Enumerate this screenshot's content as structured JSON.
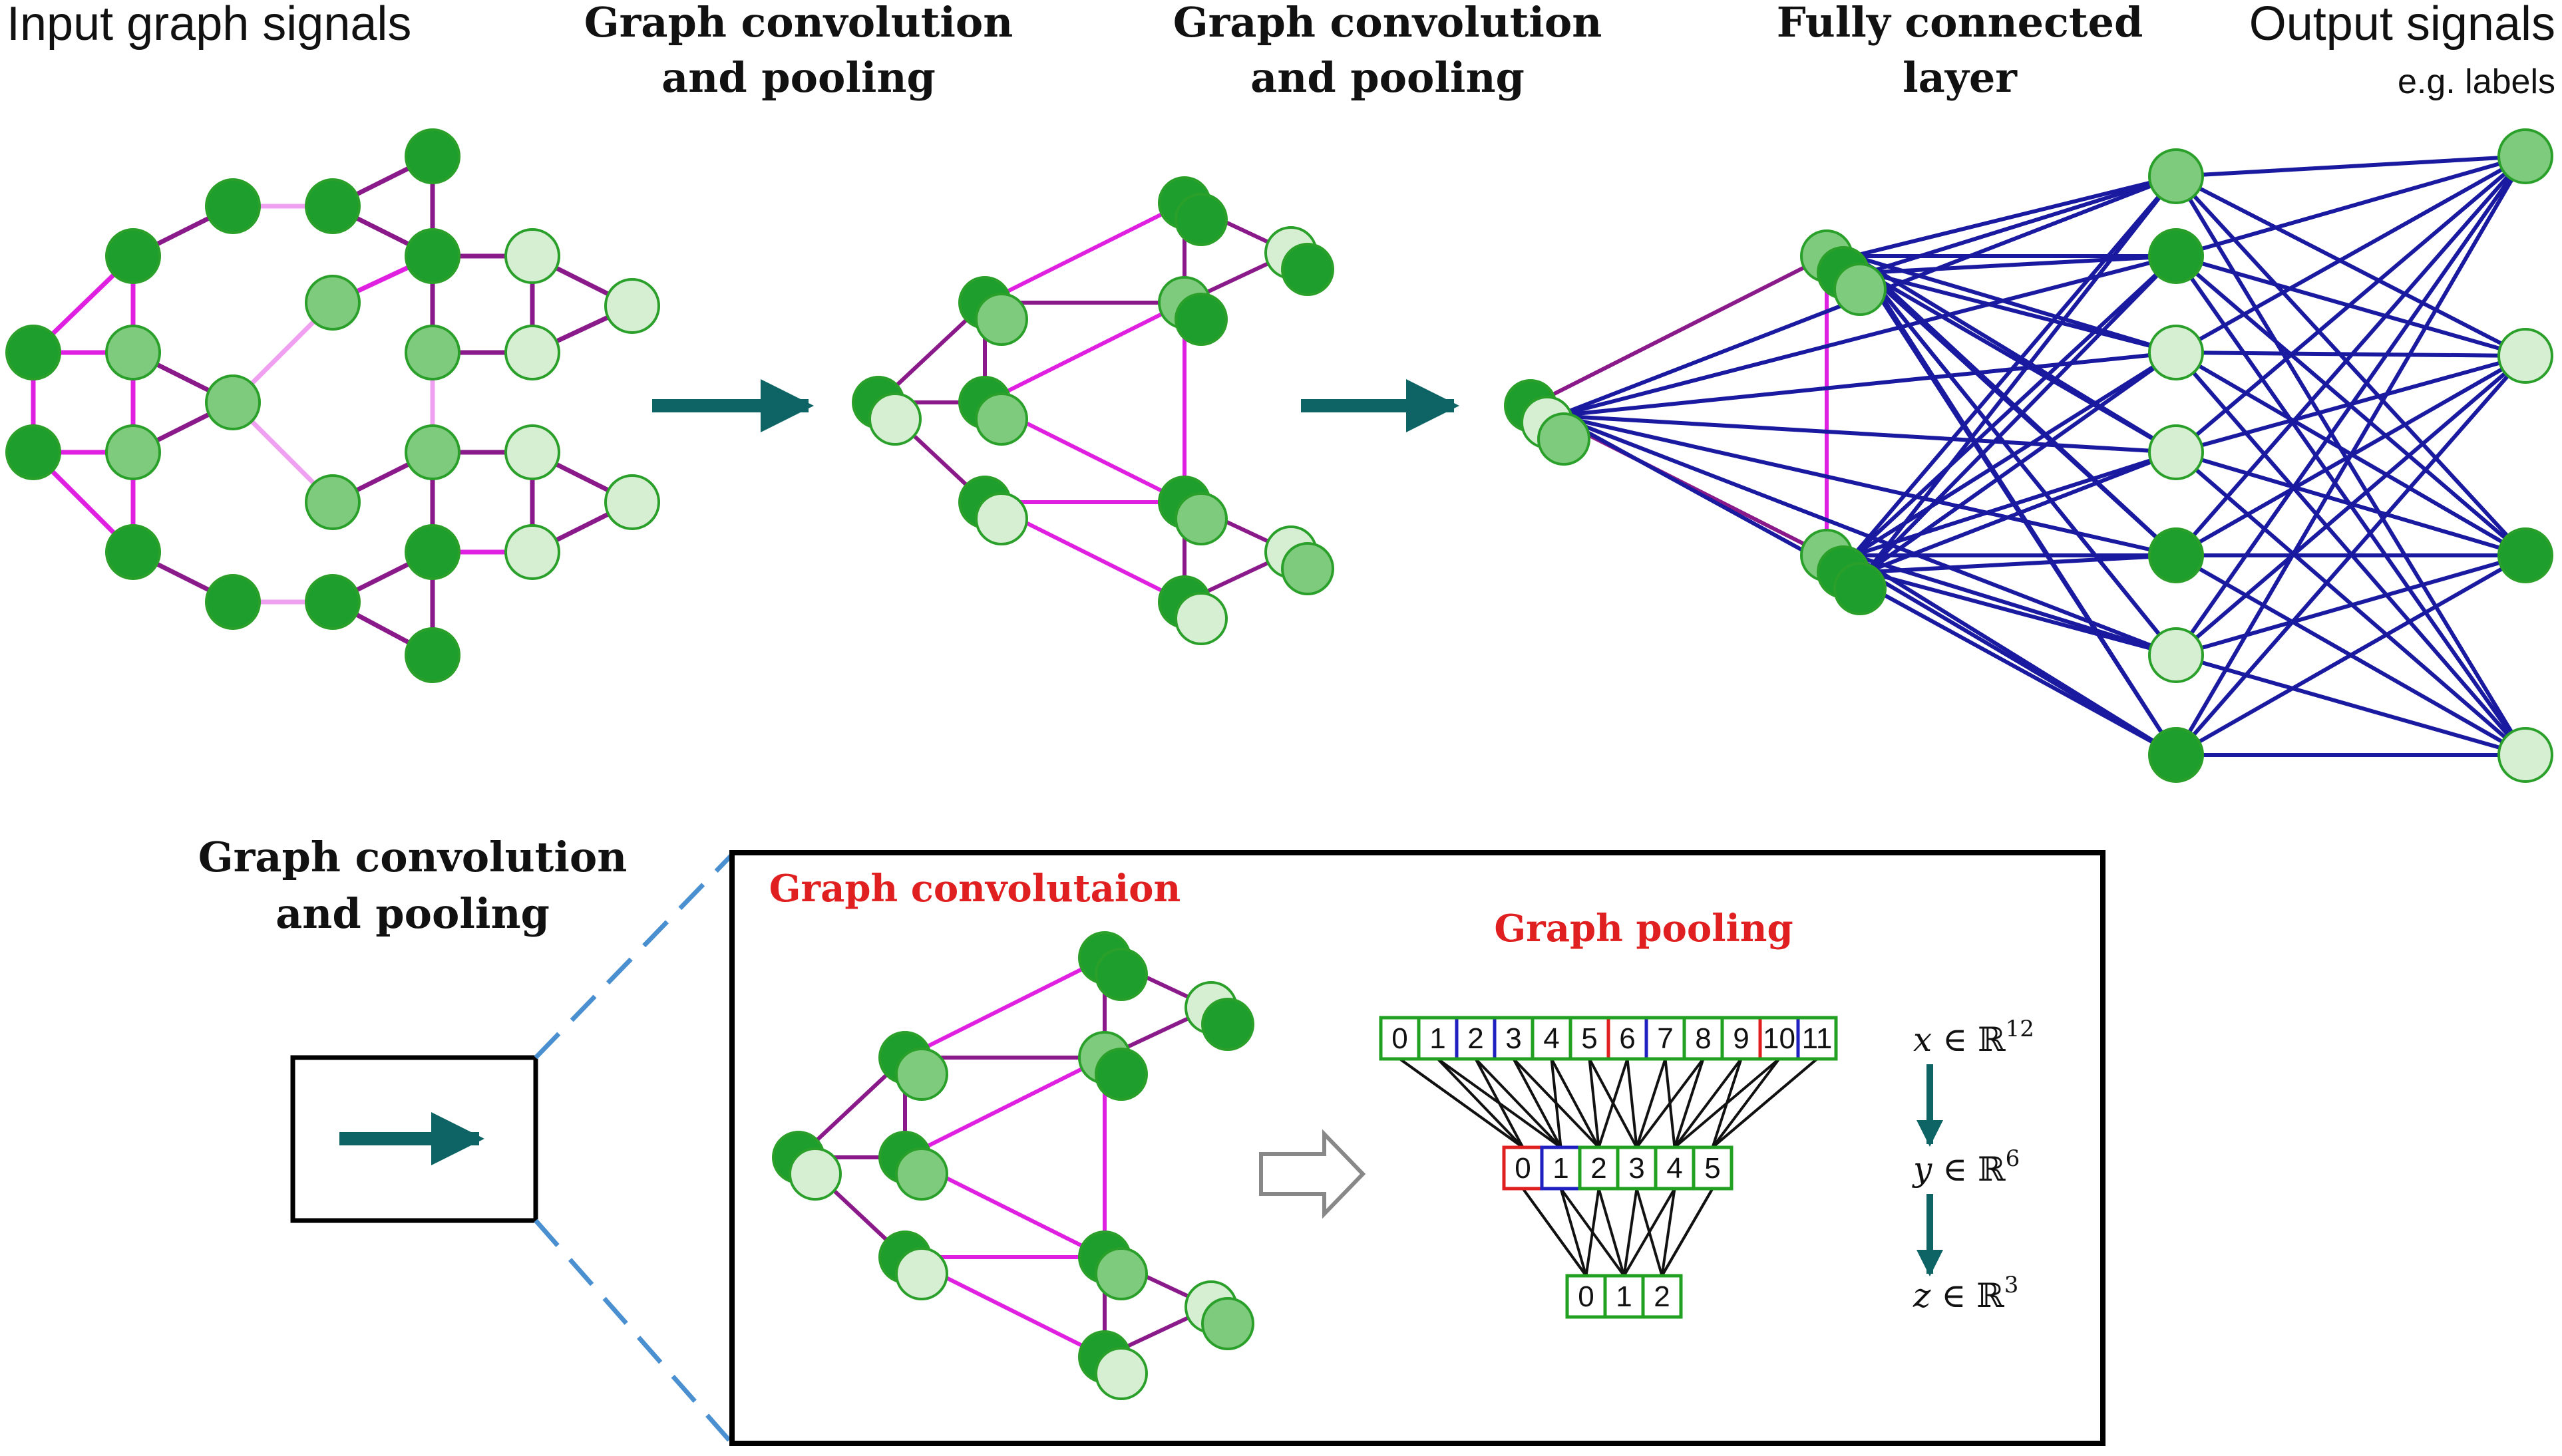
{
  "labels": {
    "input": "Input graph signals",
    "conv1_line1": "Graph convolution",
    "conv1_line2": "and pooling",
    "conv2_line1": "Graph convolution",
    "conv2_line2": "and pooling",
    "fc_line1": "Fully connected",
    "fc_line2": "layer",
    "output": "Output signals",
    "output_sub": "e.g. labels",
    "detail_line1": "Graph convolution",
    "detail_line2": "and pooling",
    "convolution": "Graph convolutaion",
    "pooling": "Graph pooling"
  },
  "pooling": {
    "row_x": [
      "0",
      "1",
      "2",
      "3",
      "4",
      "5",
      "6",
      "7",
      "8",
      "9",
      "10",
      "11"
    ],
    "row_y": [
      "0",
      "1",
      "2",
      "3",
      "4",
      "5"
    ],
    "row_z": [
      "0",
      "1",
      "2"
    ],
    "x_var": "x",
    "x_dim": "12",
    "y_var": "y",
    "y_dim": "6",
    "z_var": "z",
    "z_dim": "3",
    "member_symbol": "∈",
    "reals_symbol": "ℝ"
  },
  "colors": {
    "node_dark": "#1e9e2c",
    "node_mid": "#7ecb7e",
    "node_light": "#d6efd3",
    "node_stroke": "#2aa02a",
    "edge_magenta": "#e020e0",
    "edge_purple": "#8a1a8a",
    "edge_pink": "#f0a0f0",
    "fc_edge": "#1a1aa0",
    "arrow": "#0e6464",
    "red_label": "#e02020",
    "box_green": "#22a022",
    "box_blue": "#2020c0",
    "box_red": "#e02020",
    "dashed": "#4a90d0"
  }
}
